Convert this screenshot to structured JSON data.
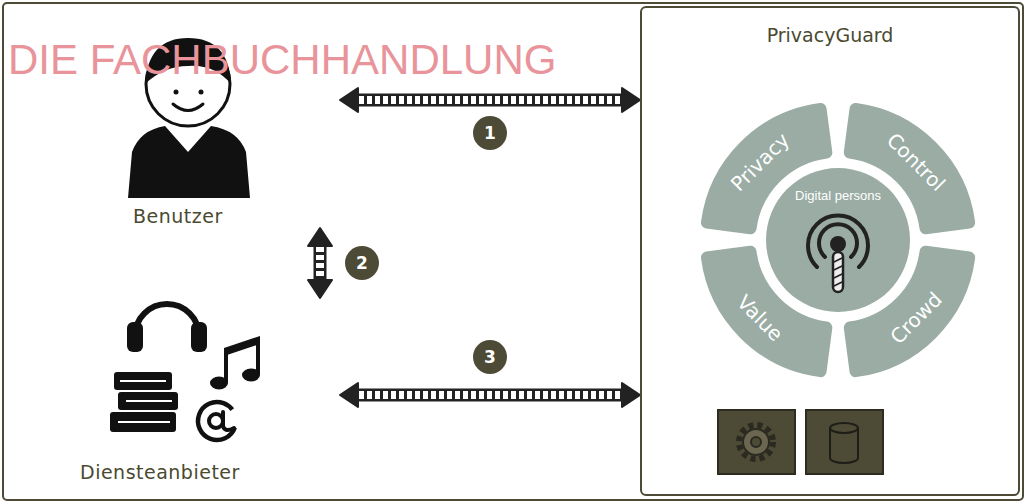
{
  "diagram": {
    "nodes": [
      {
        "text": [
          "Benutzer"
        ]
      },
      {
        "text": [
          "Diensteanbieter"
        ]
      },
      {
        "text": [
          "PrivacyGuard"
        ]
      },
      {
        "text": [
          "Privacy"
        ],
        "in": 2
      },
      {
        "text": [
          "Control"
        ],
        "in": 2
      },
      {
        "text": [
          "Digital persons"
        ],
        "in": 2
      },
      {
        "text": [
          "Value"
        ],
        "in": 2
      },
      {
        "text": [
          "Crowd"
        ],
        "in": 2
      }
    ],
    "edges": [
      {
        "from": 0,
        "to": 2,
        "arrow": "both",
        "label": "1"
      },
      {
        "from": 0,
        "to": 1,
        "arrow": "both",
        "label": "2"
      },
      {
        "from": 1,
        "to": 2,
        "arrow": "both",
        "label": "3"
      }
    ],
    "labels": [
      "DIE FACHBUCHHANDLUNG"
    ]
  }
}
